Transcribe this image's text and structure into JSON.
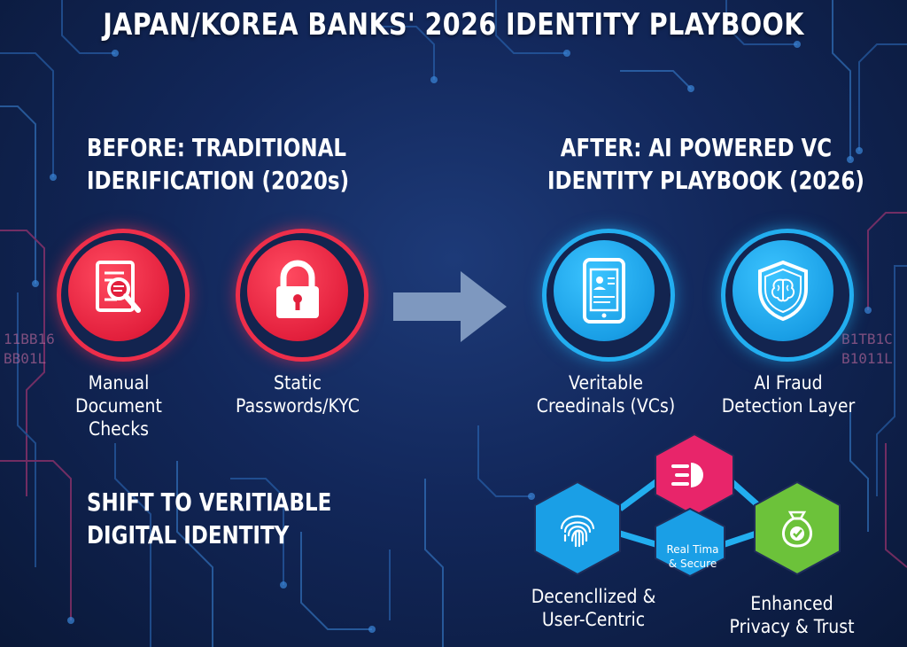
{
  "title": "JAPAN/KOREA BANKS' 2026 IDENTITY PLAYBOOK",
  "before": {
    "heading_line1": "BEFORE: TRADITIONAL",
    "heading_line2": "IDERIFICATION (2020s)",
    "items": [
      {
        "icon": "document-magnifier-icon",
        "label_lines": [
          "Manual",
          "Document",
          "Checks"
        ]
      },
      {
        "icon": "padlock-icon",
        "label_lines": [
          "Static",
          "Passwords/KYC"
        ]
      }
    ]
  },
  "shift": {
    "line1": "SHIFT TO VERITIABLE",
    "line2": "DIGITAL IDENTITY"
  },
  "after": {
    "heading_line1": "AFTER: AI POWERED VC",
    "heading_line2": "IDENTITY PLAYBOOK (2026)",
    "items": [
      {
        "icon": "mobile-id-card-icon",
        "label_lines": [
          "Veritable",
          "Creedinals (VCs)"
        ]
      },
      {
        "icon": "shield-brain-icon",
        "label_lines": [
          "AI Fraud",
          "Detection Layer"
        ]
      }
    ]
  },
  "network": {
    "center_lines": [
      "Real Tima",
      "& Secure"
    ],
    "nodes": [
      {
        "icon": "fast-forward-motion-icon",
        "color": "#e8256a"
      },
      {
        "icon": "fingerprint-icon",
        "color": "#1a9fe6"
      },
      {
        "icon": "money-bag-check-icon",
        "color": "#6cc23a"
      },
      {
        "icon": "realtime-secure-hub",
        "color": "#1a9fe6"
      }
    ],
    "labels": {
      "left_lines": [
        "Decencllized &",
        "User-Centric"
      ],
      "right_lines": [
        "Enhanced",
        "Privacy & Trust"
      ]
    }
  },
  "colors": {
    "background": "#12275a",
    "before_accent": "#ee2e4a",
    "after_accent": "#22aef0",
    "arrow": "#8aa3c8"
  },
  "binary_left": [
    "11BB16",
    "BB01L"
  ],
  "binary_right": [
    "B1TB1C",
    "B1011L"
  ]
}
